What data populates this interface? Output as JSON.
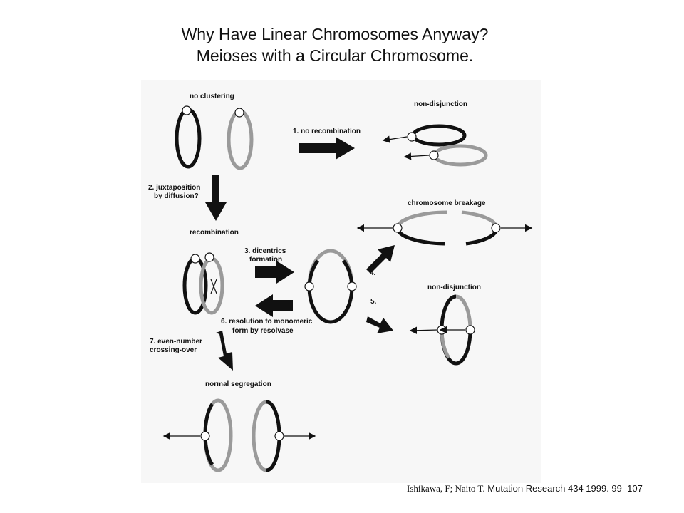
{
  "slide": {
    "title_line1": "Why Have Linear Chromosomes Anyway?",
    "title_line2": "Meioses with a Circular Chromosome."
  },
  "figure": {
    "labels": {
      "no_clustering": "no clustering",
      "non_disjunction_top": "non-disjunction",
      "step1": "1. no recombination",
      "step2_line1": "2. juxtaposition",
      "step2_line2": "by diffusion?",
      "recombination": "recombination",
      "chromosome_breakage": "chromosome breakage",
      "step3_line1": "3. dicentrics",
      "step3_line2": "formation",
      "step4": "4.",
      "non_disjunction_mid": "non-disjunction",
      "step5": "5.",
      "step6_line1": "6. resolution to monomeric",
      "step6_line2": "form by resolvase",
      "step7_line1": "7. even-number",
      "step7_line2": "crossing-over",
      "normal_segregation": "normal segregation"
    },
    "colors": {
      "black_chromosome": "#111111",
      "grey_chromosome": "#9a9a9a"
    }
  },
  "citation": {
    "authors": "Ishikawa, F; Naito T.",
    "source": " Mutation Research 434 1999. 99–107"
  }
}
